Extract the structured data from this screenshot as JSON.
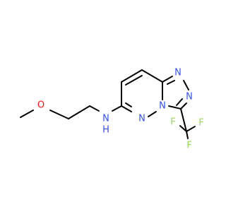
{
  "colors": {
    "bond": "#000000",
    "oxygen": "#FF0D0D",
    "nitrogen": "#3050F8",
    "fluorine": "#90E050"
  },
  "atoms": {
    "o": "O",
    "nh_n": "N",
    "nh_h": "H",
    "n_ring1": "N",
    "n_ring2": "N",
    "n_ring3": "N",
    "n_ring4": "N",
    "f1": "F",
    "f2": "F",
    "f3": "F"
  }
}
